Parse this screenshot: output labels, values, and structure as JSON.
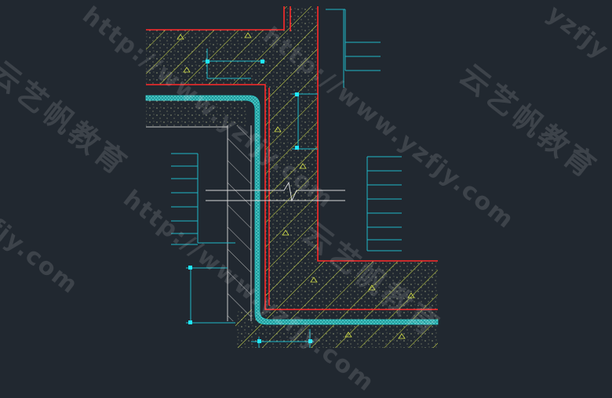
{
  "drawing": {
    "background": "#212830",
    "colors": {
      "wall_outline": "#ff2a2a",
      "hatch": "#d6e24a",
      "membrane": "#27c6c6",
      "dimension": "#1fb8c8",
      "concrete_speck": "#cfd6a0",
      "break_line": "#d8d8d8",
      "outline": "#c8c8c8"
    }
  },
  "watermarks": [
    {
      "text": "http://www.yzfjy.com"
    },
    {
      "text": "云艺帆教育"
    },
    {
      "text": "http://www.yzfjy.com"
    },
    {
      "text": "云艺帆教育"
    },
    {
      "text": "http://www.yzfjy.com"
    },
    {
      "text": "云艺帆教育"
    },
    {
      "text": "yzfjy"
    },
    {
      "text": "fjy.com"
    }
  ]
}
